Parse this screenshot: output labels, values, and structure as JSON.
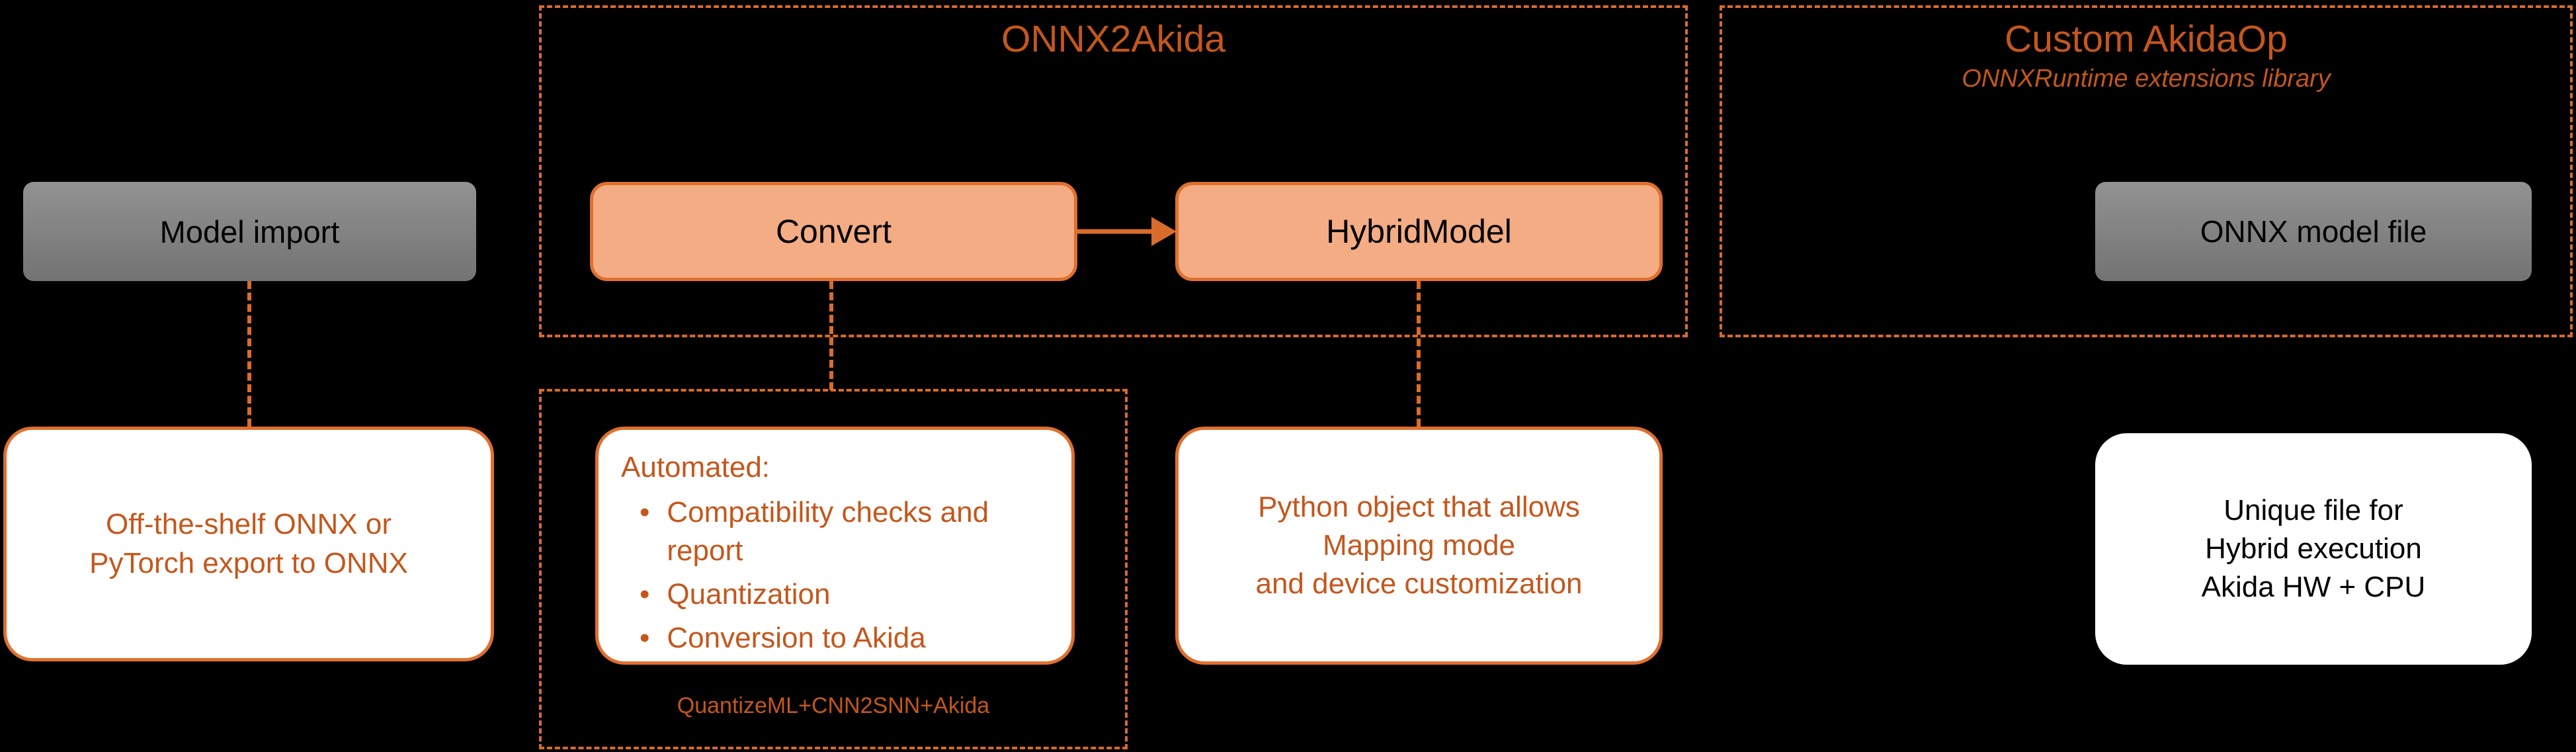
{
  "colors": {
    "background": "#000000",
    "accent_line": "#D96B2B",
    "accent_text": "#C4571C",
    "salmon_fill": "#F4AC84",
    "salmon_border": "#E0702E",
    "gray_fill": "#808080",
    "white": "#FFFFFF"
  },
  "model_import": {
    "label": "Model import",
    "description": "Off-the-shelf ONNX or\nPyTorch export to ONNX"
  },
  "onnx2akida": {
    "title": "ONNX2Akida",
    "convert_label": "Convert",
    "hybridmodel_label": "HybridModel",
    "hybridmodel_description": "Python object that allows\nMapping mode\nand device customization"
  },
  "automated": {
    "heading": "Automated:",
    "bullets": [
      "Compatibility checks and report",
      "Quantization",
      "Conversion to Akida"
    ],
    "caption": "QuantizeML+CNN2SNN+Akida"
  },
  "custom_akidaop": {
    "title": "Custom AkidaOp",
    "subtitle": "ONNXRuntime extensions library",
    "file_label": "ONNX model file",
    "file_description": "Unique file for\nHybrid execution\nAkida HW + CPU"
  }
}
